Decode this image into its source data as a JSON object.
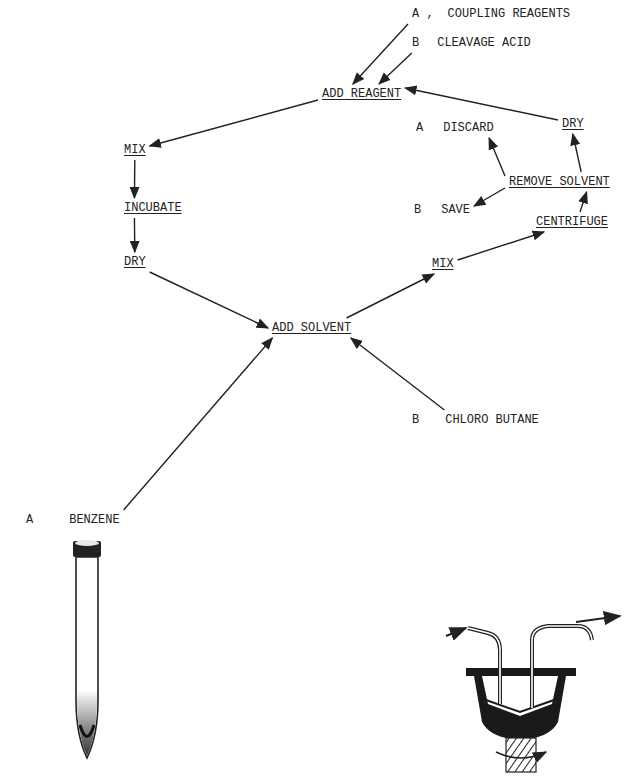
{
  "diagram": {
    "nodes": [
      {
        "text": [
          "A ,",
          "COUPLING REAGENTS"
        ]
      },
      {
        "text": [
          "B",
          "CLEAVAGE ACID"
        ]
      },
      {
        "text": [
          "ADD REAGENT"
        ]
      },
      {
        "text": [
          "MIX"
        ]
      },
      {
        "text": [
          "INCUBATE"
        ]
      },
      {
        "text": [
          "DRY"
        ]
      },
      {
        "text": [
          "ADD SOLVENT"
        ]
      },
      {
        "text": [
          "MIX"
        ]
      },
      {
        "text": [
          "CENTRIFUGE"
        ]
      },
      {
        "text": [
          "REMOVE SOLVENT"
        ]
      },
      {
        "text": [
          "DRY"
        ]
      },
      {
        "text": [
          "A",
          "DISCARD"
        ]
      },
      {
        "text": [
          "B",
          "SAVE"
        ]
      },
      {
        "text": [
          "B",
          "CHLORO BUTANE"
        ]
      },
      {
        "text": [
          "A",
          "BENZENE"
        ]
      }
    ],
    "edges": [
      {
        "from": 0,
        "to": 2,
        "arrow": "to"
      },
      {
        "from": 1,
        "to": 2,
        "arrow": "to"
      },
      {
        "from": 2,
        "to": 3,
        "arrow": "to"
      },
      {
        "from": 3,
        "to": 4,
        "arrow": "to"
      },
      {
        "from": 4,
        "to": 5,
        "arrow": "to"
      },
      {
        "from": 5,
        "to": 6,
        "arrow": "to"
      },
      {
        "from": 14,
        "to": 6,
        "arrow": "to"
      },
      {
        "from": 13,
        "to": 6,
        "arrow": "to"
      },
      {
        "from": 6,
        "to": 7,
        "arrow": "to"
      },
      {
        "from": 7,
        "to": 8,
        "arrow": "to"
      },
      {
        "from": 8,
        "to": 9,
        "arrow": "to"
      },
      {
        "from": 9,
        "to": 11,
        "arrow": "to"
      },
      {
        "from": 9,
        "to": 12,
        "arrow": "to"
      },
      {
        "from": 9,
        "to": 10,
        "arrow": "to"
      },
      {
        "from": 10,
        "to": 2,
        "arrow": "to"
      }
    ]
  }
}
